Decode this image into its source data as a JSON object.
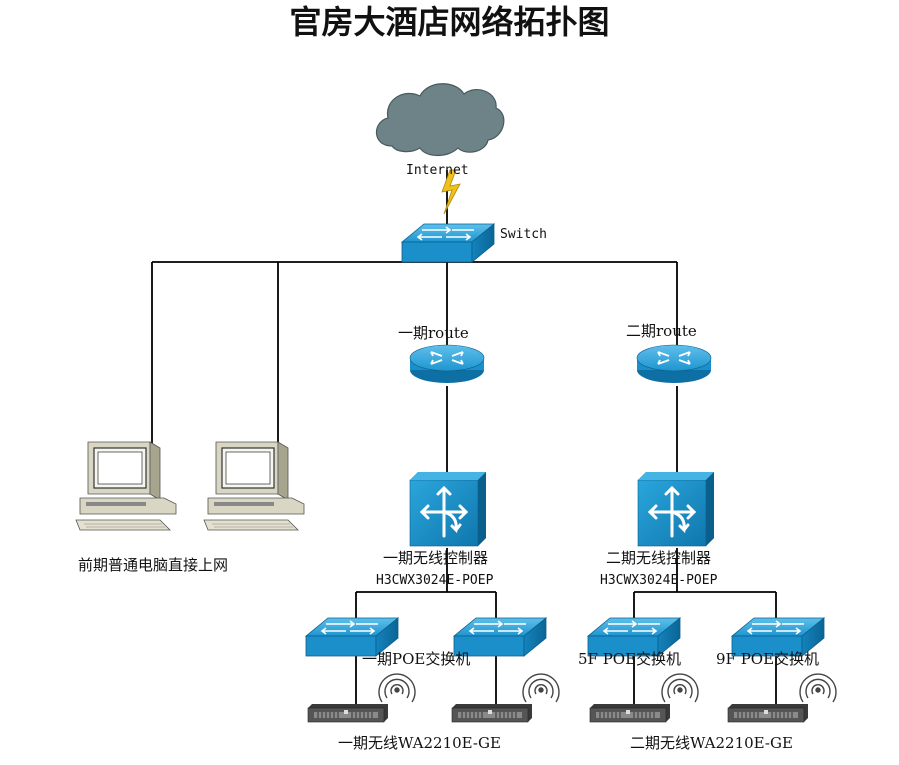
{
  "title": "官房大酒店网络拓扑图",
  "internet_label": "Internet",
  "switch_label": "Switch",
  "routers": [
    {
      "label": "一期route"
    },
    {
      "label": "二期route"
    }
  ],
  "controllers": [
    {
      "name": "一期无线控制器",
      "model": "H3CWX3024E-POEP"
    },
    {
      "name": "二期无线控制器",
      "model": "H3CWX3024E-POEP"
    }
  ],
  "poe_switches": [
    {
      "label": "一期POE交换机"
    },
    {
      "label": "5F POE交换机"
    },
    {
      "label": "9F POE交换机"
    }
  ],
  "access_points": [
    {
      "label": "一期无线WA2210E-GE"
    },
    {
      "label": "二期无线WA2210E-GE"
    }
  ],
  "pc_label": "前期普通电脑直接上网",
  "colors": {
    "device_blue": "#1a8fc9",
    "device_dark": "#0d6fa3",
    "cloud": "#6e8387",
    "lightning": "#f0c020",
    "pc_body": "#d9d6c3",
    "link": "#000000"
  }
}
